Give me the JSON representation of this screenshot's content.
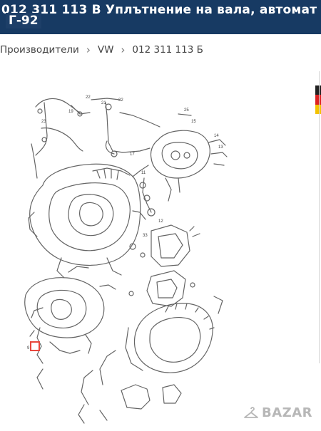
{
  "header": {
    "title": "012 311 113 В Уплътнение на вала, автомат",
    "badge": "Г-92"
  },
  "breadcrumb": {
    "items": [
      "Производители",
      "VW",
      "012 311 113 Б"
    ],
    "separator": "›"
  },
  "diagram": {
    "part_labels": [
      "32",
      "22",
      "21",
      "23",
      "19",
      "17",
      "11",
      "25",
      "15",
      "14",
      "13",
      "33",
      "12",
      "9"
    ]
  },
  "watermark": {
    "text": "BAZAR",
    "icon": "hanger-icon"
  },
  "colors": {
    "header_bg": "#173a63",
    "highlight": "#e8473d",
    "ink": "#4a4a4a"
  }
}
